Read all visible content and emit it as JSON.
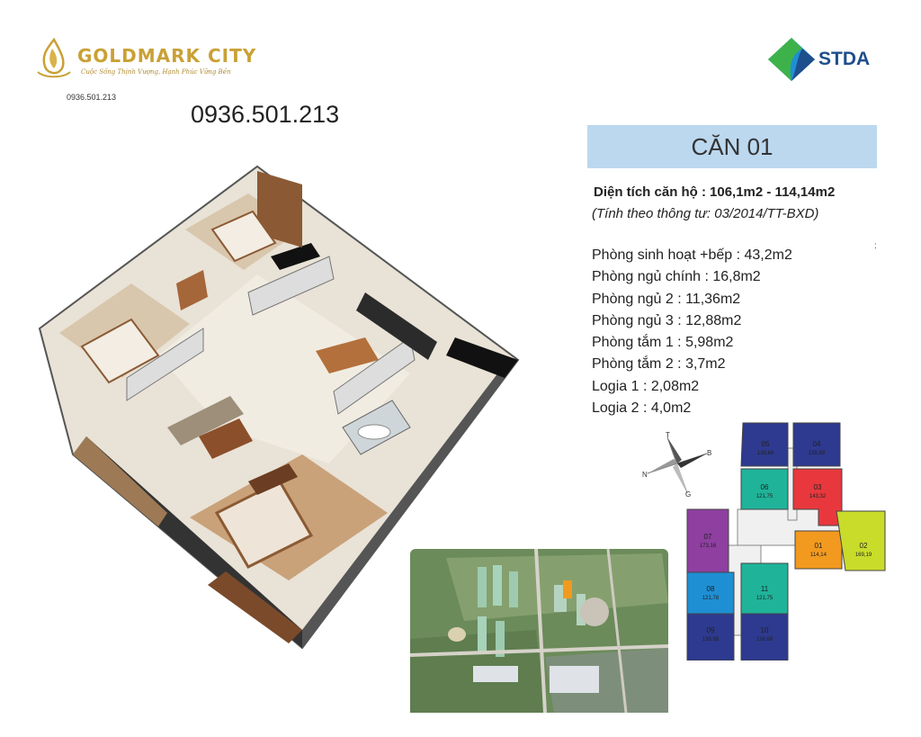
{
  "brand": {
    "name": "GOLDMARK CITY",
    "tagline": "Cuộc Sống Thịnh Vượng, Hạnh Phúc Vững Bền"
  },
  "contact": {
    "phone_small": "0936.501.213",
    "phone_large": "0936.501.213"
  },
  "developer": {
    "name": "STDA"
  },
  "apartment": {
    "title": "CĂN 01",
    "area_label": "Diện tích căn hộ :",
    "area_value": "106,1m2 - 114,14m2",
    "area_note": "(Tính theo thông tư: 03/2014/TT-BXD)"
  },
  "rooms": [
    "Phòng sinh hoạt +bếp :  43,2m2",
    "Phòng ngủ chính :  16,8m2",
    "Phòng ngủ 2 : 11,36m2",
    "Phòng ngủ 3 : 12,88m2",
    "Phòng tắm 1 :   5,98m2",
    "Phòng tắm 2 :   3,7m2",
    "Logia 1 :  2,08m2",
    "Logia 2 :  4,0m2"
  ],
  "stray_mark": ":",
  "compass": {
    "n": "N",
    "t": "T",
    "b": "B",
    "g": "G"
  },
  "keyplan": {
    "units": [
      {
        "id": "05",
        "area": "138,68",
        "color": "#2e3a8f"
      },
      {
        "id": "04",
        "area": "138,68",
        "color": "#2e3a8f"
      },
      {
        "id": "06",
        "area": "121,75",
        "color": "#1fb39a"
      },
      {
        "id": "03",
        "area": "143,32",
        "color": "#e8383d"
      },
      {
        "id": "07",
        "area": "173,16",
        "color": "#8e3fa0"
      },
      {
        "id": "01",
        "area": "114,14",
        "color": "#f29a1f"
      },
      {
        "id": "02",
        "area": "169,19",
        "color": "#c9dc2a"
      },
      {
        "id": "08",
        "area": "121,78",
        "color": "#1f8fd4"
      },
      {
        "id": "11",
        "area": "121,75",
        "color": "#1fb39a"
      },
      {
        "id": "09",
        "area": "138,68",
        "color": "#2e3a8f"
      },
      {
        "id": "10",
        "area": "138,68",
        "color": "#2e3a8f"
      }
    ]
  },
  "colors": {
    "brand_gold": "#c9a135",
    "header_bg": "#bcd8ef",
    "stda_blue": "#1f4e8c",
    "stda_green": "#3db24a"
  }
}
